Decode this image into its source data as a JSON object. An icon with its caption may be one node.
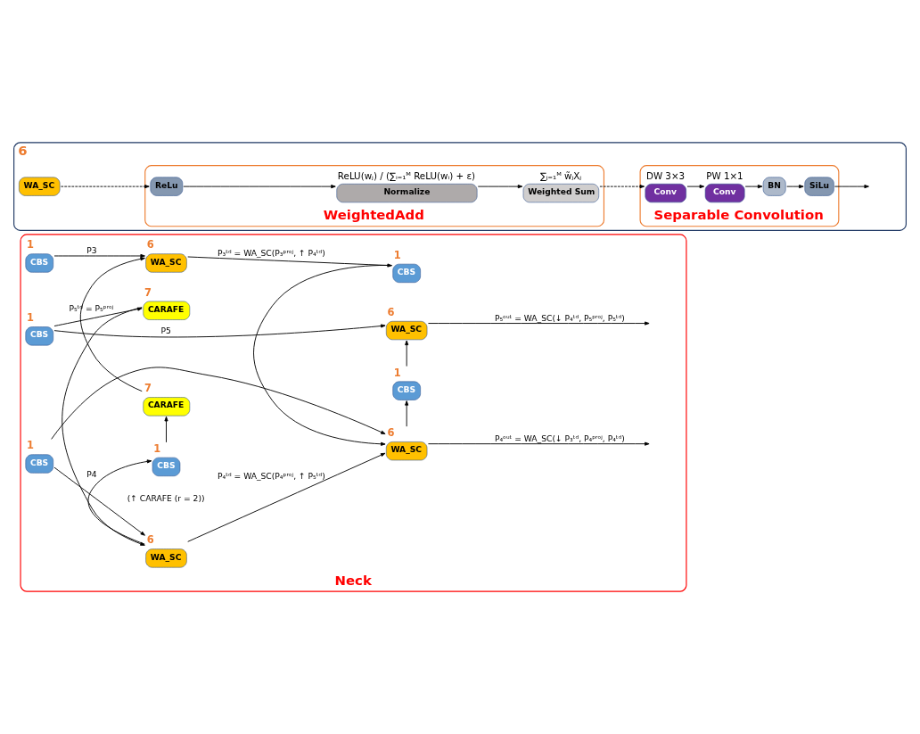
{
  "diagram": {
    "nodes": [
      {
        "text": [
          "Neck"
        ]
      },
      {
        "text": [
          "CBS"
        ],
        "in": 0,
        "beside": [
          "1"
        ]
      },
      {
        "text": [
          "WA_SC"
        ],
        "in": 0,
        "beside": [
          "6"
        ]
      },
      {
        "text": [
          "CARAFE"
        ],
        "in": 0,
        "beside": [
          "7"
        ]
      },
      {
        "text": [
          "CBS"
        ],
        "in": 0,
        "beside": [
          "1"
        ]
      },
      {
        "text": [
          "CBS"
        ],
        "in": 0,
        "beside": [
          "1"
        ]
      },
      {
        "text": [
          "WA_SC"
        ],
        "in": 0,
        "beside": [
          "6"
        ]
      },
      {
        "text": [
          "CARAFE"
        ],
        "in": 0,
        "beside": [
          "7"
        ]
      },
      {
        "text": [
          "CBS"
        ],
        "in": 0,
        "beside": [
          "1"
        ]
      },
      {
        "text": [
          "CBS"
        ],
        "in": 0,
        "beside": [
          "1"
        ]
      },
      {
        "text": [
          "WA_SC"
        ],
        "in": 0,
        "beside": [
          "6"
        ]
      },
      {
        "text": [
          "CBS"
        ],
        "in": 0,
        "beside": [
          "1"
        ]
      },
      {
        "text": [
          "WA_SC"
        ],
        "in": 0,
        "beside": [
          "6"
        ]
      },
      {
        "text": [
          "6"
        ]
      },
      {
        "text": [
          "WA_SC"
        ],
        "in": 13
      },
      {
        "text": [
          "WeightedAdd"
        ],
        "in": 13
      },
      {
        "text": [
          "ReLu"
        ],
        "in": 15
      },
      {
        "text": [
          "Normalize"
        ],
        "in": 15,
        "beside": [
          "ReLU(wⱼ) / (∑ᵢ₌₁ᴹ ReLU(wᵢ) + ε)"
        ]
      },
      {
        "text": [
          "Weighted Sum"
        ],
        "in": 15,
        "beside": [
          "∑ⱼ₌₁ᴹ w̃ⱼXⱼ"
        ]
      },
      {
        "text": [
          "Separable Convolution"
        ],
        "in": 13
      },
      {
        "text": [
          "Conv"
        ],
        "in": 19,
        "beside": [
          "DW 3×3"
        ]
      },
      {
        "text": [
          "Conv"
        ],
        "in": 19,
        "beside": [
          "PW 1×1"
        ]
      },
      {
        "text": [
          "BN"
        ],
        "in": 19
      },
      {
        "text": [
          "SiLu"
        ],
        "in": 19
      }
    ],
    "edges": [
      {
        "from": 1,
        "to": 2,
        "arrow": "to",
        "label": "P3"
      },
      {
        "from": 2,
        "to": 9,
        "arrow": "to",
        "label": "P₃ᵗᵈ = WA_SC(P₃ᵖʳᵒʲ, ↑ P₄ᵗᵈ)"
      },
      {
        "from": 4,
        "to": 3,
        "arrow": "to"
      },
      {
        "from": 3,
        "to": 2,
        "arrow": "to"
      },
      {
        "from": 5,
        "to": 6,
        "arrow": "to",
        "label": "P4"
      },
      {
        "from": 5,
        "to": 10,
        "arrow": "to"
      },
      {
        "from": 6,
        "to": 4,
        "arrow": "to"
      },
      {
        "from": 6,
        "to": 10,
        "arrow": "to",
        "label": "P₄ᵗᵈ = WA_SC(P₄ᵖʳᵒʲ, ↑ P₅ᵗᵈ)"
      },
      {
        "from": 8,
        "to": 12,
        "arrow": "to",
        "label": "P5"
      },
      {
        "from": 8,
        "to": 7,
        "arrow": "to",
        "label": "P₅ᵗᵈ = P₅ᵖʳᵒʲ"
      },
      {
        "from": 7,
        "to": 6,
        "arrow": "to"
      },
      {
        "from": 9,
        "to": 10,
        "arrow": "to"
      },
      {
        "from": 10,
        "to": 11,
        "arrow": "to"
      },
      {
        "from": 11,
        "to": 12,
        "arrow": "to"
      },
      {
        "from": 10,
        "to": null,
        "arrow": "to",
        "label": "P₄ᵒᵘᵗ = WA_SC(↓ P₃ᵗᵈ, P₄ᵖʳᵒʲ, P₄ᵗᵈ)"
      },
      {
        "from": 12,
        "to": null,
        "arrow": "to",
        "label": "P₅ᵒᵘᵗ = WA_SC(↓ P₄ᵗᵈ, P₅ᵖʳᵒʲ, P₅ᵗᵈ)"
      },
      {
        "from": 14,
        "to": 16,
        "arrow": "to",
        "style": "dashed"
      },
      {
        "from": 16,
        "to": 17,
        "arrow": "to"
      },
      {
        "from": 17,
        "to": 18,
        "arrow": "to"
      },
      {
        "from": 18,
        "to": 20,
        "arrow": "to",
        "style": "dashed"
      },
      {
        "from": 20,
        "to": 21,
        "arrow": "to"
      },
      {
        "from": 21,
        "to": 22,
        "arrow": "to"
      },
      {
        "from": 22,
        "to": 23,
        "arrow": "to"
      },
      {
        "from": 23,
        "to": null,
        "arrow": "to"
      }
    ],
    "labels": [
      "(↑ CARAFE (r = 2))"
    ]
  }
}
